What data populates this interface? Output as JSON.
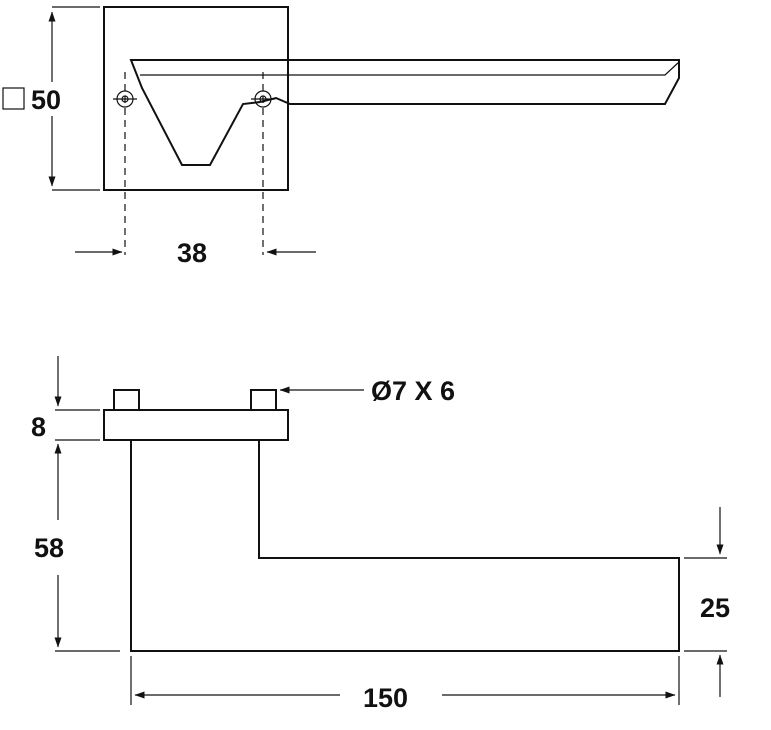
{
  "dimensions": {
    "rose_square": "50",
    "screw_spacing": "38",
    "pin_spec": "Ø7 X 6",
    "rose_thickness": "8",
    "lever_height": "58",
    "lever_width": "25",
    "lever_length": "150"
  },
  "colors": {
    "line": "#111111",
    "background": "#ffffff"
  }
}
